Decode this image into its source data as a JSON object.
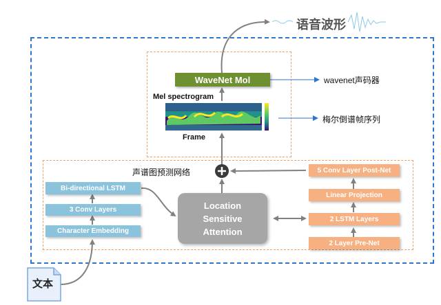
{
  "top": {
    "title": "语音波形"
  },
  "upper": {
    "vocoder": "WaveNet Mol",
    "vocoder_note": "wavenet声码器",
    "mel_label": "Mel spectrogram",
    "frame_label": "Frame",
    "frame_note": "梅尔倒谱帧序列"
  },
  "network_label": "声谱图预测网络",
  "encoder": {
    "blocks": [
      "Bi-directional LSTM",
      "3 Conv Layers",
      "Character Embedding"
    ]
  },
  "attention": {
    "lines": [
      "Location",
      "Sensitive",
      "Attention"
    ]
  },
  "decoder": {
    "blocks": [
      "5 Conv Layer Post-Net",
      "Linear Projection",
      "2 LSTM Layers",
      "2 Layer Pre-Net"
    ]
  },
  "input": {
    "label": "文本"
  },
  "colors": {
    "outer_border": "#2e75d0",
    "inner_border": "#f0a060",
    "encoder_block": "#8cc3dc",
    "decoder_block": "#f7b081",
    "vocoder_block": "#6e9030",
    "attention_block": "#a6a6a6",
    "arrow_gray": "#808080",
    "arrow_blue": "#2e75d0"
  }
}
